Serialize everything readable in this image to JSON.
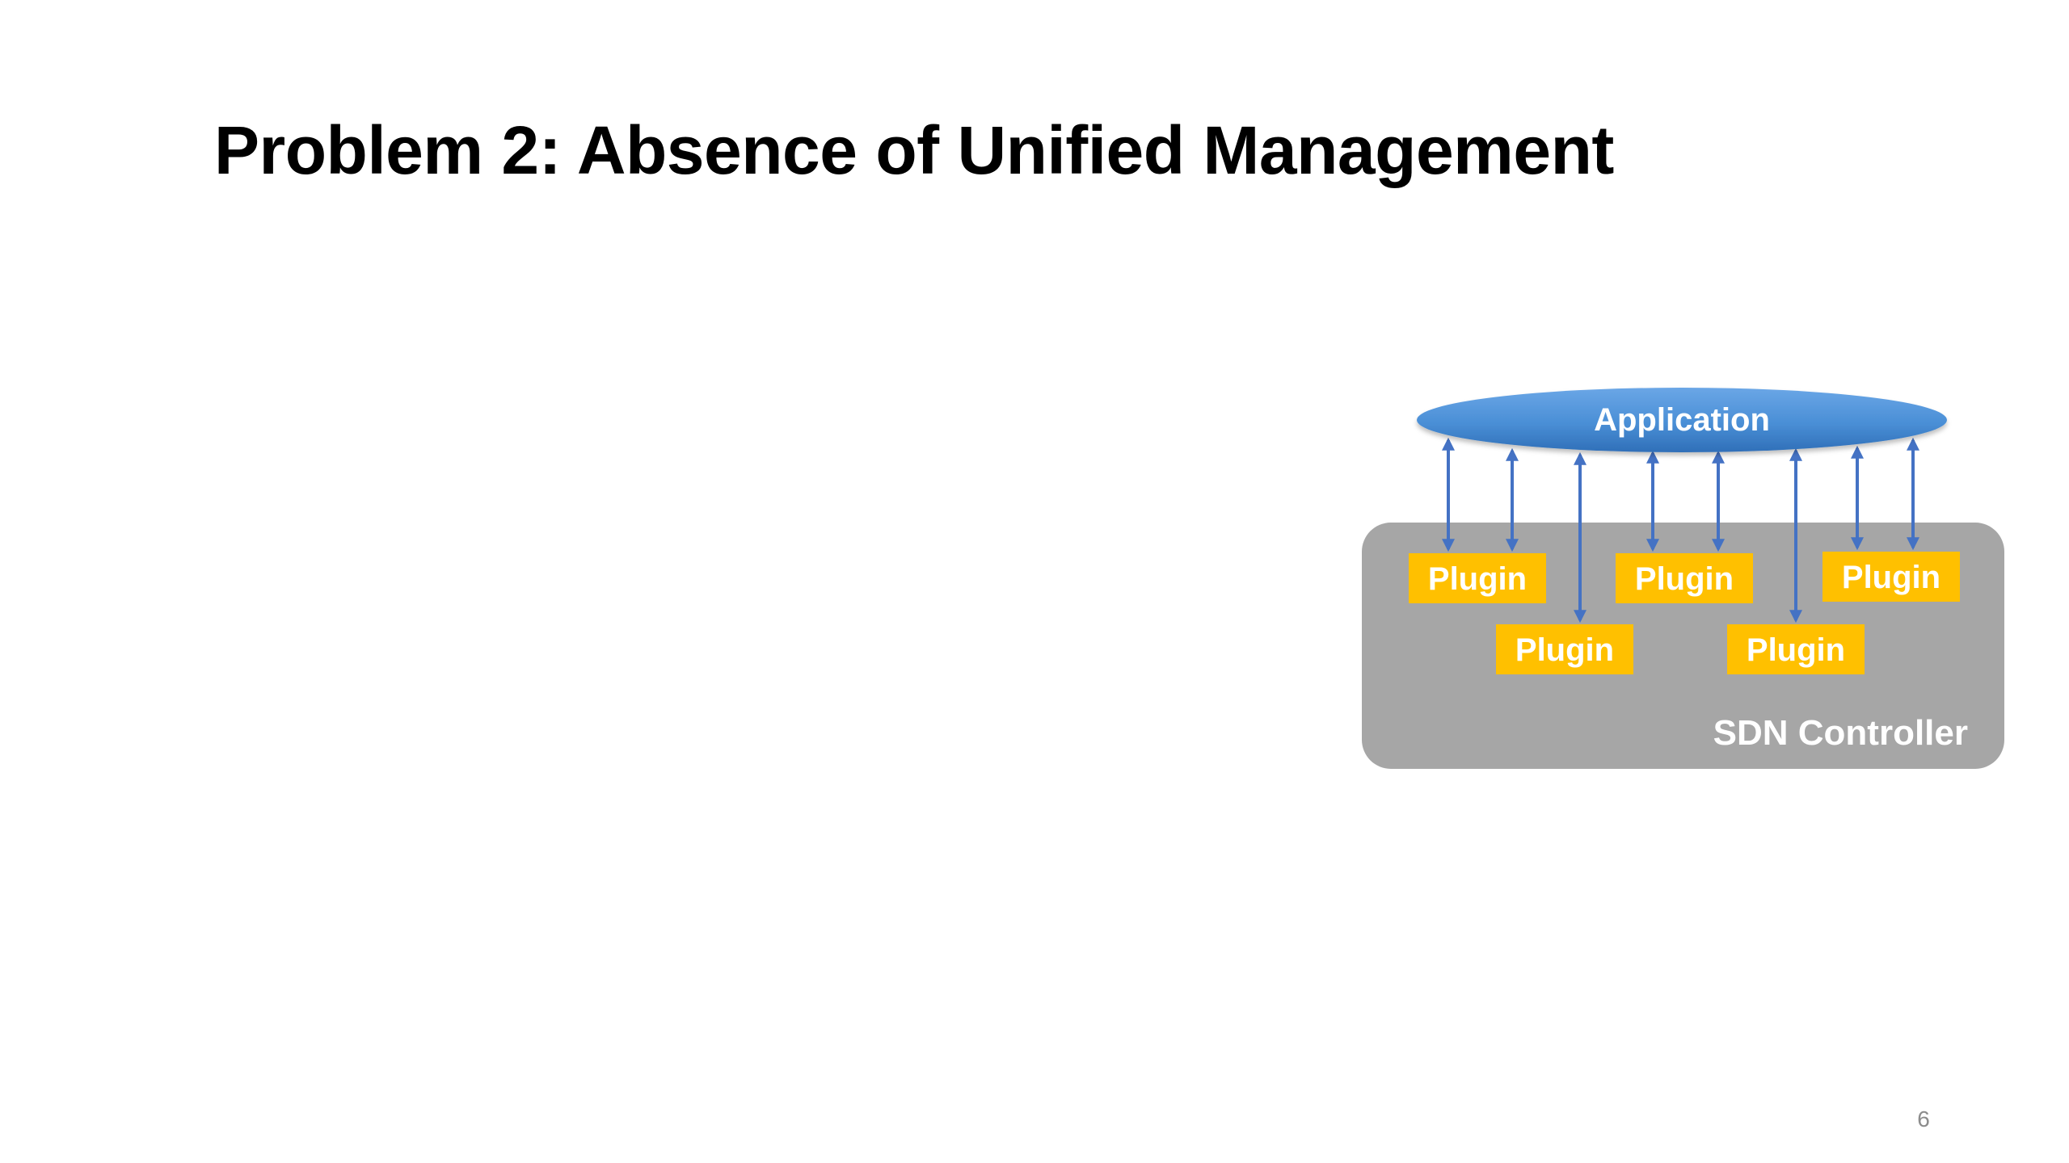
{
  "slide": {
    "title": "Problem 2: Absence of Unified Management",
    "page_number": "6"
  },
  "diagram": {
    "application_label": "Application",
    "controller_label": "SDN Controller",
    "plugins": [
      {
        "label": "Plugin",
        "row": "top",
        "position": 1
      },
      {
        "label": "Plugin",
        "row": "top",
        "position": 2
      },
      {
        "label": "Plugin",
        "row": "top",
        "position": 3
      },
      {
        "label": "Plugin",
        "row": "bottom",
        "position": 1
      },
      {
        "label": "Plugin",
        "row": "bottom",
        "position": 2
      }
    ],
    "connections": "double-headed arrows between Application and each Plugin",
    "colors": {
      "application_fill": "#4a90d9",
      "controller_fill": "#a6a6a6",
      "plugin_fill": "#ffc000",
      "arrow": "#4472c4",
      "label_text": "#ffffff"
    }
  }
}
